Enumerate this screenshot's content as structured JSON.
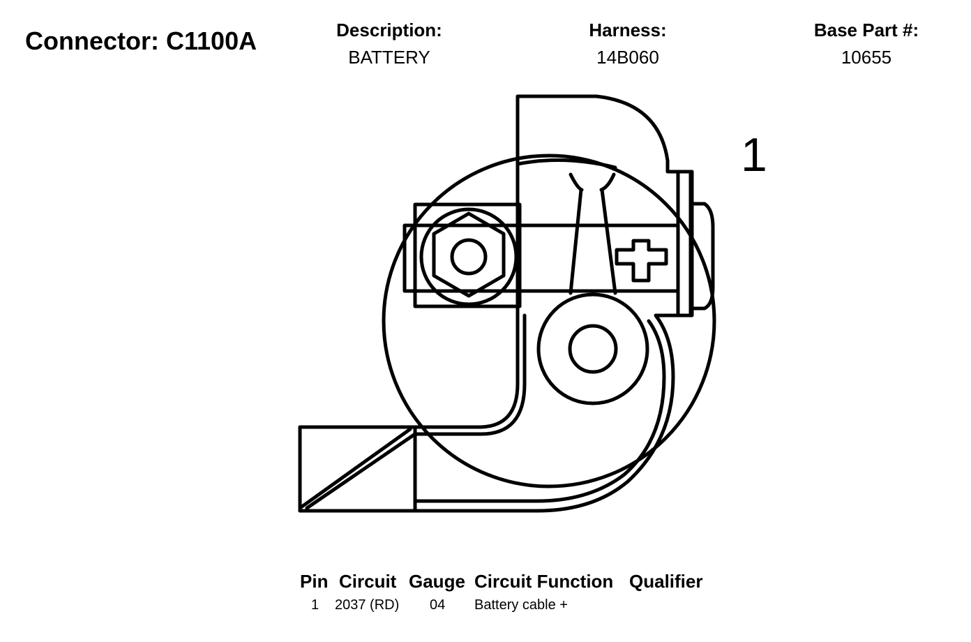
{
  "header": {
    "connector_title": "Connector: C1100A",
    "description_label": "Description:",
    "description_value": "BATTERY",
    "harness_label": "Harness:",
    "harness_value": "14B060",
    "base_part_label": "Base Part #:",
    "base_part_value": "10655"
  },
  "diagram": {
    "pin_label": "1"
  },
  "table": {
    "headers": [
      "Pin",
      "Circuit",
      "Gauge",
      "Circuit Function",
      "Qualifier"
    ],
    "rows": [
      {
        "pin": "1",
        "circuit": "2037 (RD)",
        "gauge": "04",
        "function": "Battery cable +",
        "qualifier": ""
      }
    ]
  }
}
